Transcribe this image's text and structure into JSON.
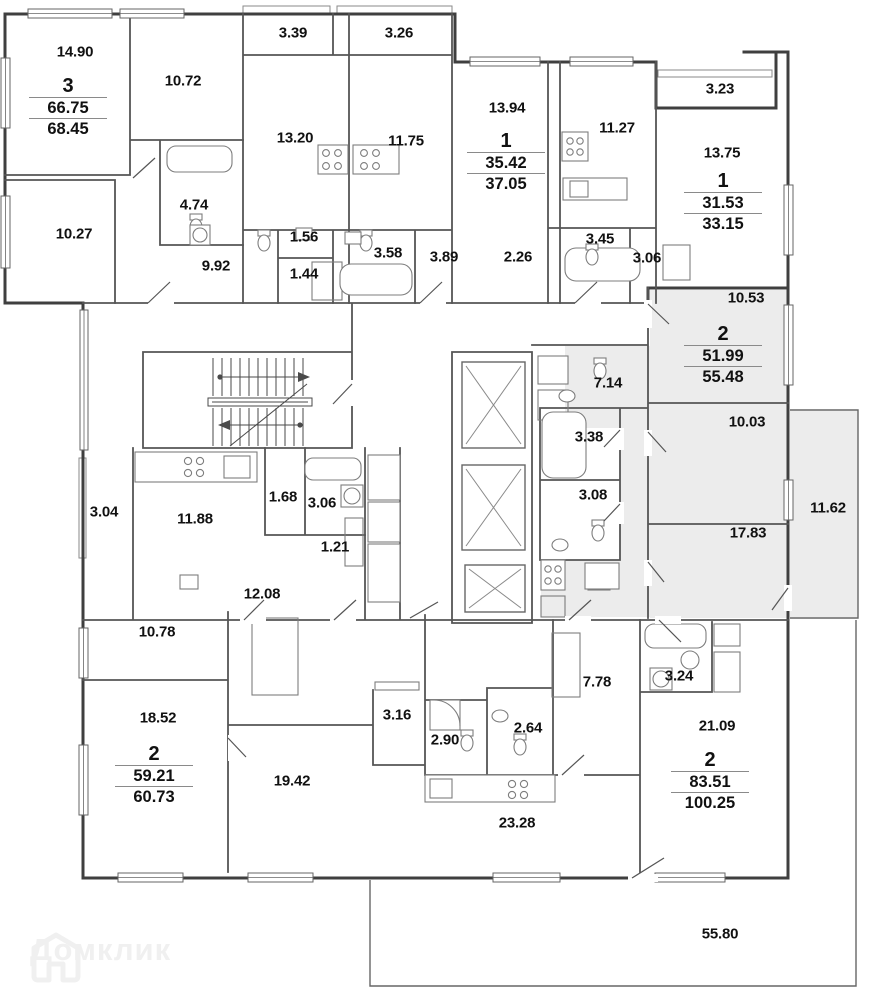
{
  "plan": {
    "watermark": "Домклик",
    "highlight_color": "#ececec",
    "rooms": [
      {
        "value": "14.90"
      },
      {
        "value": "10.72"
      },
      {
        "value": "3.39"
      },
      {
        "value": "3.26"
      },
      {
        "value": "13.20"
      },
      {
        "value": "11.75"
      },
      {
        "value": "13.94"
      },
      {
        "value": "11.27"
      },
      {
        "value": "3.23"
      },
      {
        "value": "13.75"
      },
      {
        "value": "10.27"
      },
      {
        "value": "4.74"
      },
      {
        "value": "9.92"
      },
      {
        "value": "1.56"
      },
      {
        "value": "3.58"
      },
      {
        "value": "1.44"
      },
      {
        "value": "3.89"
      },
      {
        "value": "2.26"
      },
      {
        "value": "3.45"
      },
      {
        "value": "3.06"
      },
      {
        "value": "10.53"
      },
      {
        "value": "7.14"
      },
      {
        "value": "3.38"
      },
      {
        "value": "3.08"
      },
      {
        "value": "10.03"
      },
      {
        "value": "17.83"
      },
      {
        "value": "11.62"
      },
      {
        "value": "3.04"
      },
      {
        "value": "11.88"
      },
      {
        "value": "1.68"
      },
      {
        "value": "3.06"
      },
      {
        "value": "1.21"
      },
      {
        "value": "12.08"
      },
      {
        "value": "10.78"
      },
      {
        "value": "18.52"
      },
      {
        "value": "19.42"
      },
      {
        "value": "3.16"
      },
      {
        "value": "2.90"
      },
      {
        "value": "2.64"
      },
      {
        "value": "7.78"
      },
      {
        "value": "23.28"
      },
      {
        "value": "3.24"
      },
      {
        "value": "21.09"
      },
      {
        "value": "55.80"
      }
    ],
    "apartments": [
      {
        "num": "3",
        "area1": "66.75",
        "area2": "68.45"
      },
      {
        "num": "1",
        "area1": "35.42",
        "area2": "37.05"
      },
      {
        "num": "1",
        "area1": "31.53",
        "area2": "33.15"
      },
      {
        "num": "2",
        "area1": "51.99",
        "area2": "55.48"
      },
      {
        "num": "2",
        "area1": "59.21",
        "area2": "60.73"
      },
      {
        "num": "2",
        "area1": "83.51",
        "area2": "100.25"
      }
    ]
  }
}
